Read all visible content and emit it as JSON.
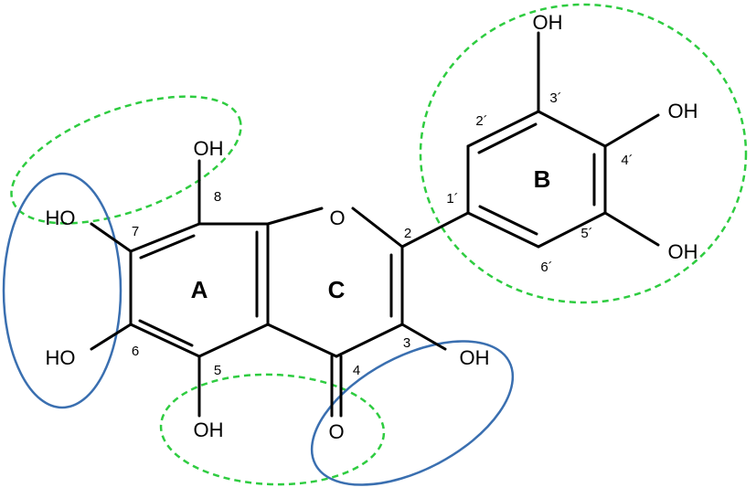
{
  "colors": {
    "dashed_highlight": "#2ecc40",
    "solid_highlight": "#3a6fb0",
    "bond": "#000000"
  },
  "rings": {
    "a": "A",
    "b": "B",
    "c": "C"
  },
  "atoms": {
    "o_ring": "O",
    "o_carbonyl": "O",
    "oh_8": "OH",
    "ho_7": "HO",
    "ho_6": "HO",
    "oh_5": "OH",
    "oh_3": "OH",
    "oh_3p": "OH",
    "oh_4p": "OH",
    "oh_5p": "OH"
  },
  "positions": {
    "p2": "2",
    "p3": "3",
    "p4": "4",
    "p5": "5",
    "p6": "6",
    "p7": "7",
    "p8": "8",
    "p1p": "1´",
    "p2p": "2´",
    "p3p": "3´",
    "p4p": "4´",
    "p5p": "5´",
    "p6p": "6´"
  }
}
